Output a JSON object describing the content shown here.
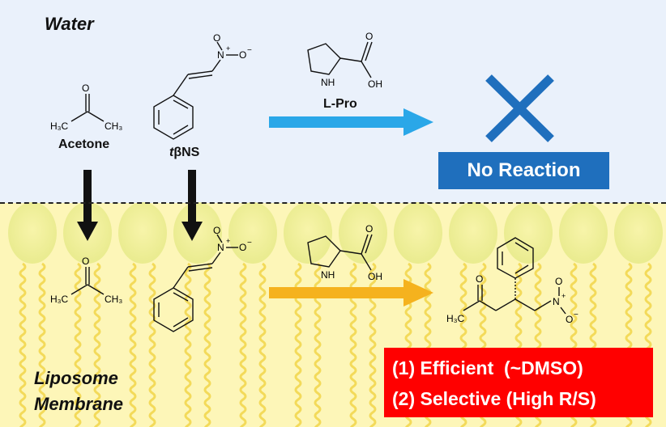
{
  "zones": {
    "water": "Water",
    "membrane_line1": "Liposome",
    "membrane_line2": "Membrane"
  },
  "molecules": {
    "acetone": "Acetone",
    "tbns_prefix": "t",
    "tbns_suffix": "βNS",
    "lpro": "L-Pro"
  },
  "atoms": {
    "O": "O",
    "N_plus": "N",
    "plus": "+",
    "O_minus": "O",
    "minus": "−",
    "NH": "NH",
    "OH": "OH",
    "H3C": "H₃C",
    "CH3": "CH₃"
  },
  "water_result": "No Reaction",
  "membrane_results": [
    "(1) Efficient  (~DMSO)",
    "(2) Selective (High R/S)"
  ],
  "colors": {
    "water_bg": "#eaf1fb",
    "membrane_bg": "#fdf6b8",
    "blue_arrow": "#2aa7e8",
    "orange_arrow": "#f5b21e",
    "cross": "#1f6fbd",
    "no_reaction_box": "#1f6fbd",
    "result_box": "#ff0000"
  }
}
